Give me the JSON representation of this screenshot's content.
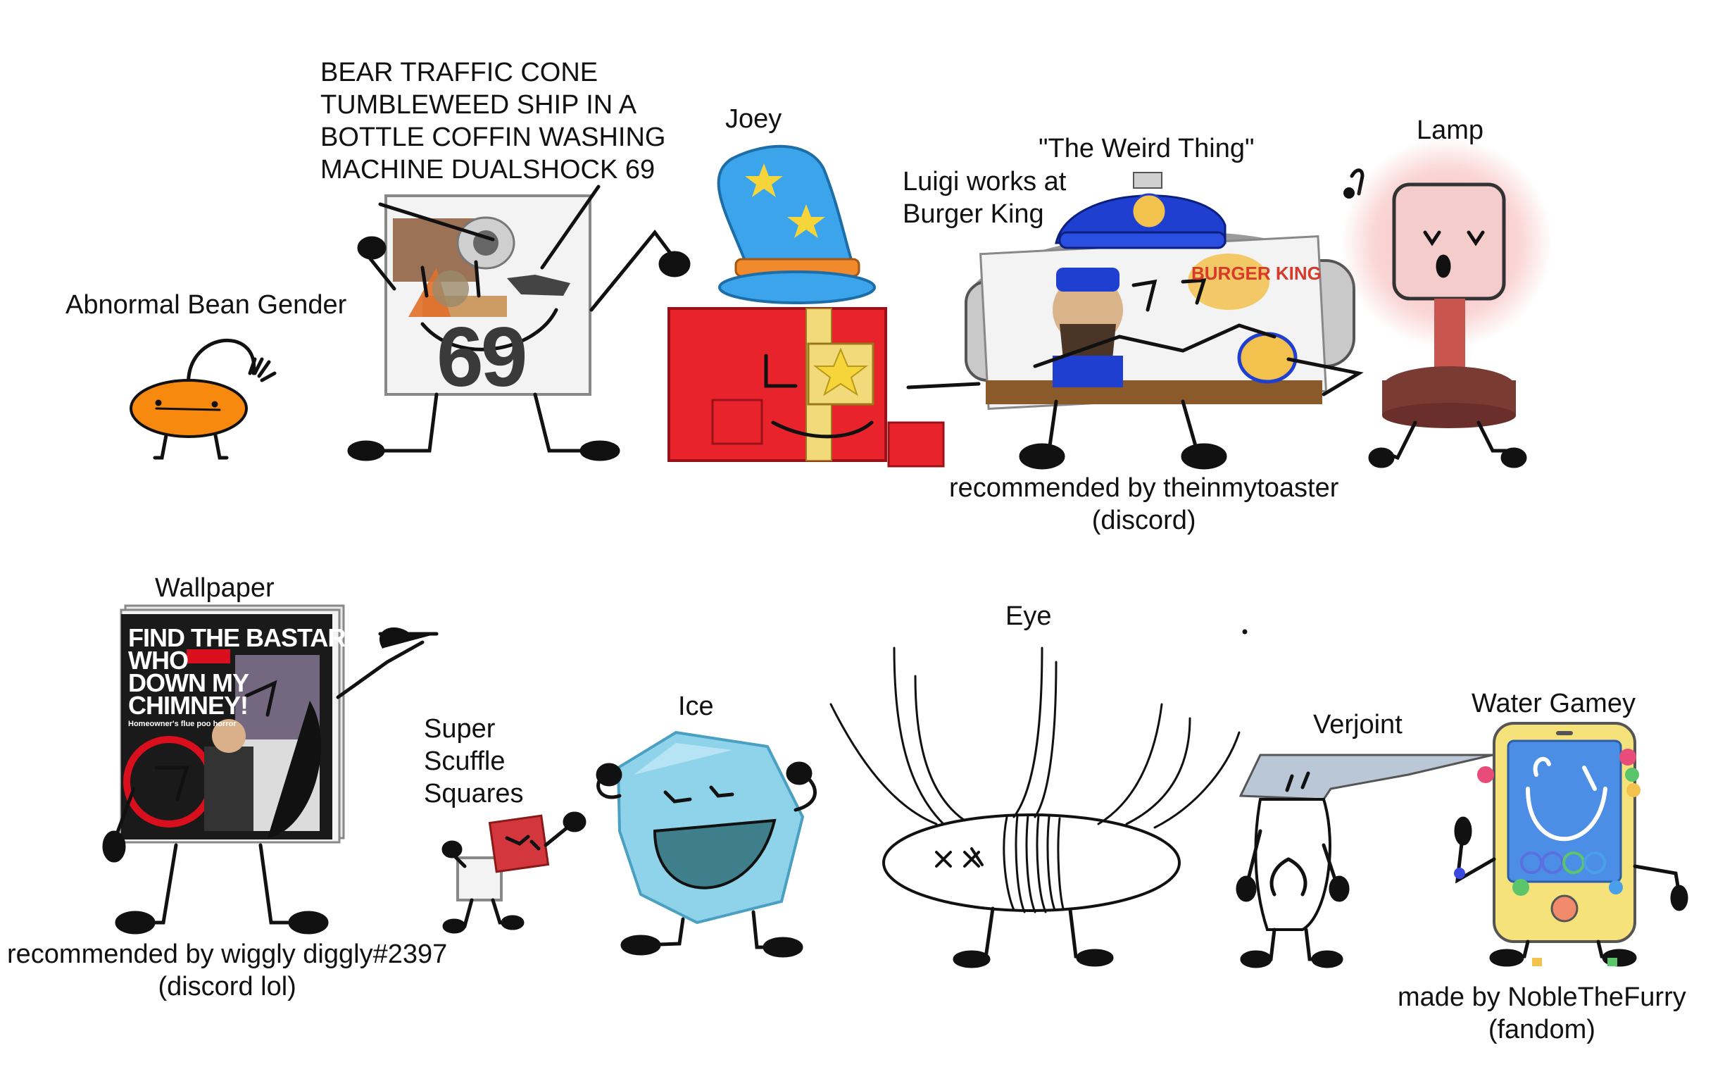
{
  "labels": {
    "abnormal_bean_gender": "Abnormal Bean Gender",
    "bear_traffic_cone": "BEAR TRAFFIC CONE\nTUMBLEWEED SHIP IN A\nBOTTLE COFFIN WASHING\nMACHINE DUALSHOCK 69",
    "joey": "Joey",
    "weird_thing": "\"The Weird Thing\"",
    "luigi": "Luigi works at\nBurger King",
    "lamp": "Lamp",
    "credit_theinmytoaster": "recommended by theinmytoaster\n(discord)",
    "wallpaper": "Wallpaper",
    "credit_wiggly": "recommended by wiggly diggly#2397\n(discord lol)",
    "super_scuffle_squares": "Super\nScuffle\nSquares",
    "ice": "Ice",
    "eye": "Eye",
    "verjoint": "Verjoint",
    "water_gamey": "Water Gamey",
    "credit_noble": "made by NobleTheFurry\n(fandom)"
  },
  "props": {
    "card_number": "69",
    "newspaper_headline": "FIND THE BASTARD\nWHO\nDOWN MY\nCHIMNEY!",
    "newspaper_subhead": "Homeowner's flue poo horror",
    "burger_king_text": "BURGER\nKING"
  },
  "colors": {
    "bean": "#f7890f",
    "joey_box": "#e8232b",
    "joey_hat": "#3ba4ea",
    "joey_band": "#f08a2a",
    "star": "#f6d53a",
    "cap": "#1f3fd0",
    "headphones": "#c9c9c9",
    "lamp_shade": "#f5cccc",
    "lamp_glow": "#f7b5b5",
    "lamp_stand": "#c8564f",
    "lamp_base": "#7a3b35",
    "ice": "#8fd3ea",
    "ice_mouth": "#3f7e8b",
    "scuffle_red": "#d3363d",
    "verjoint_cap": "#b9c7d6",
    "phone_body": "#f6e27a",
    "phone_screen": "#4c8ee6",
    "newspaper_red": "#d90f1d"
  }
}
